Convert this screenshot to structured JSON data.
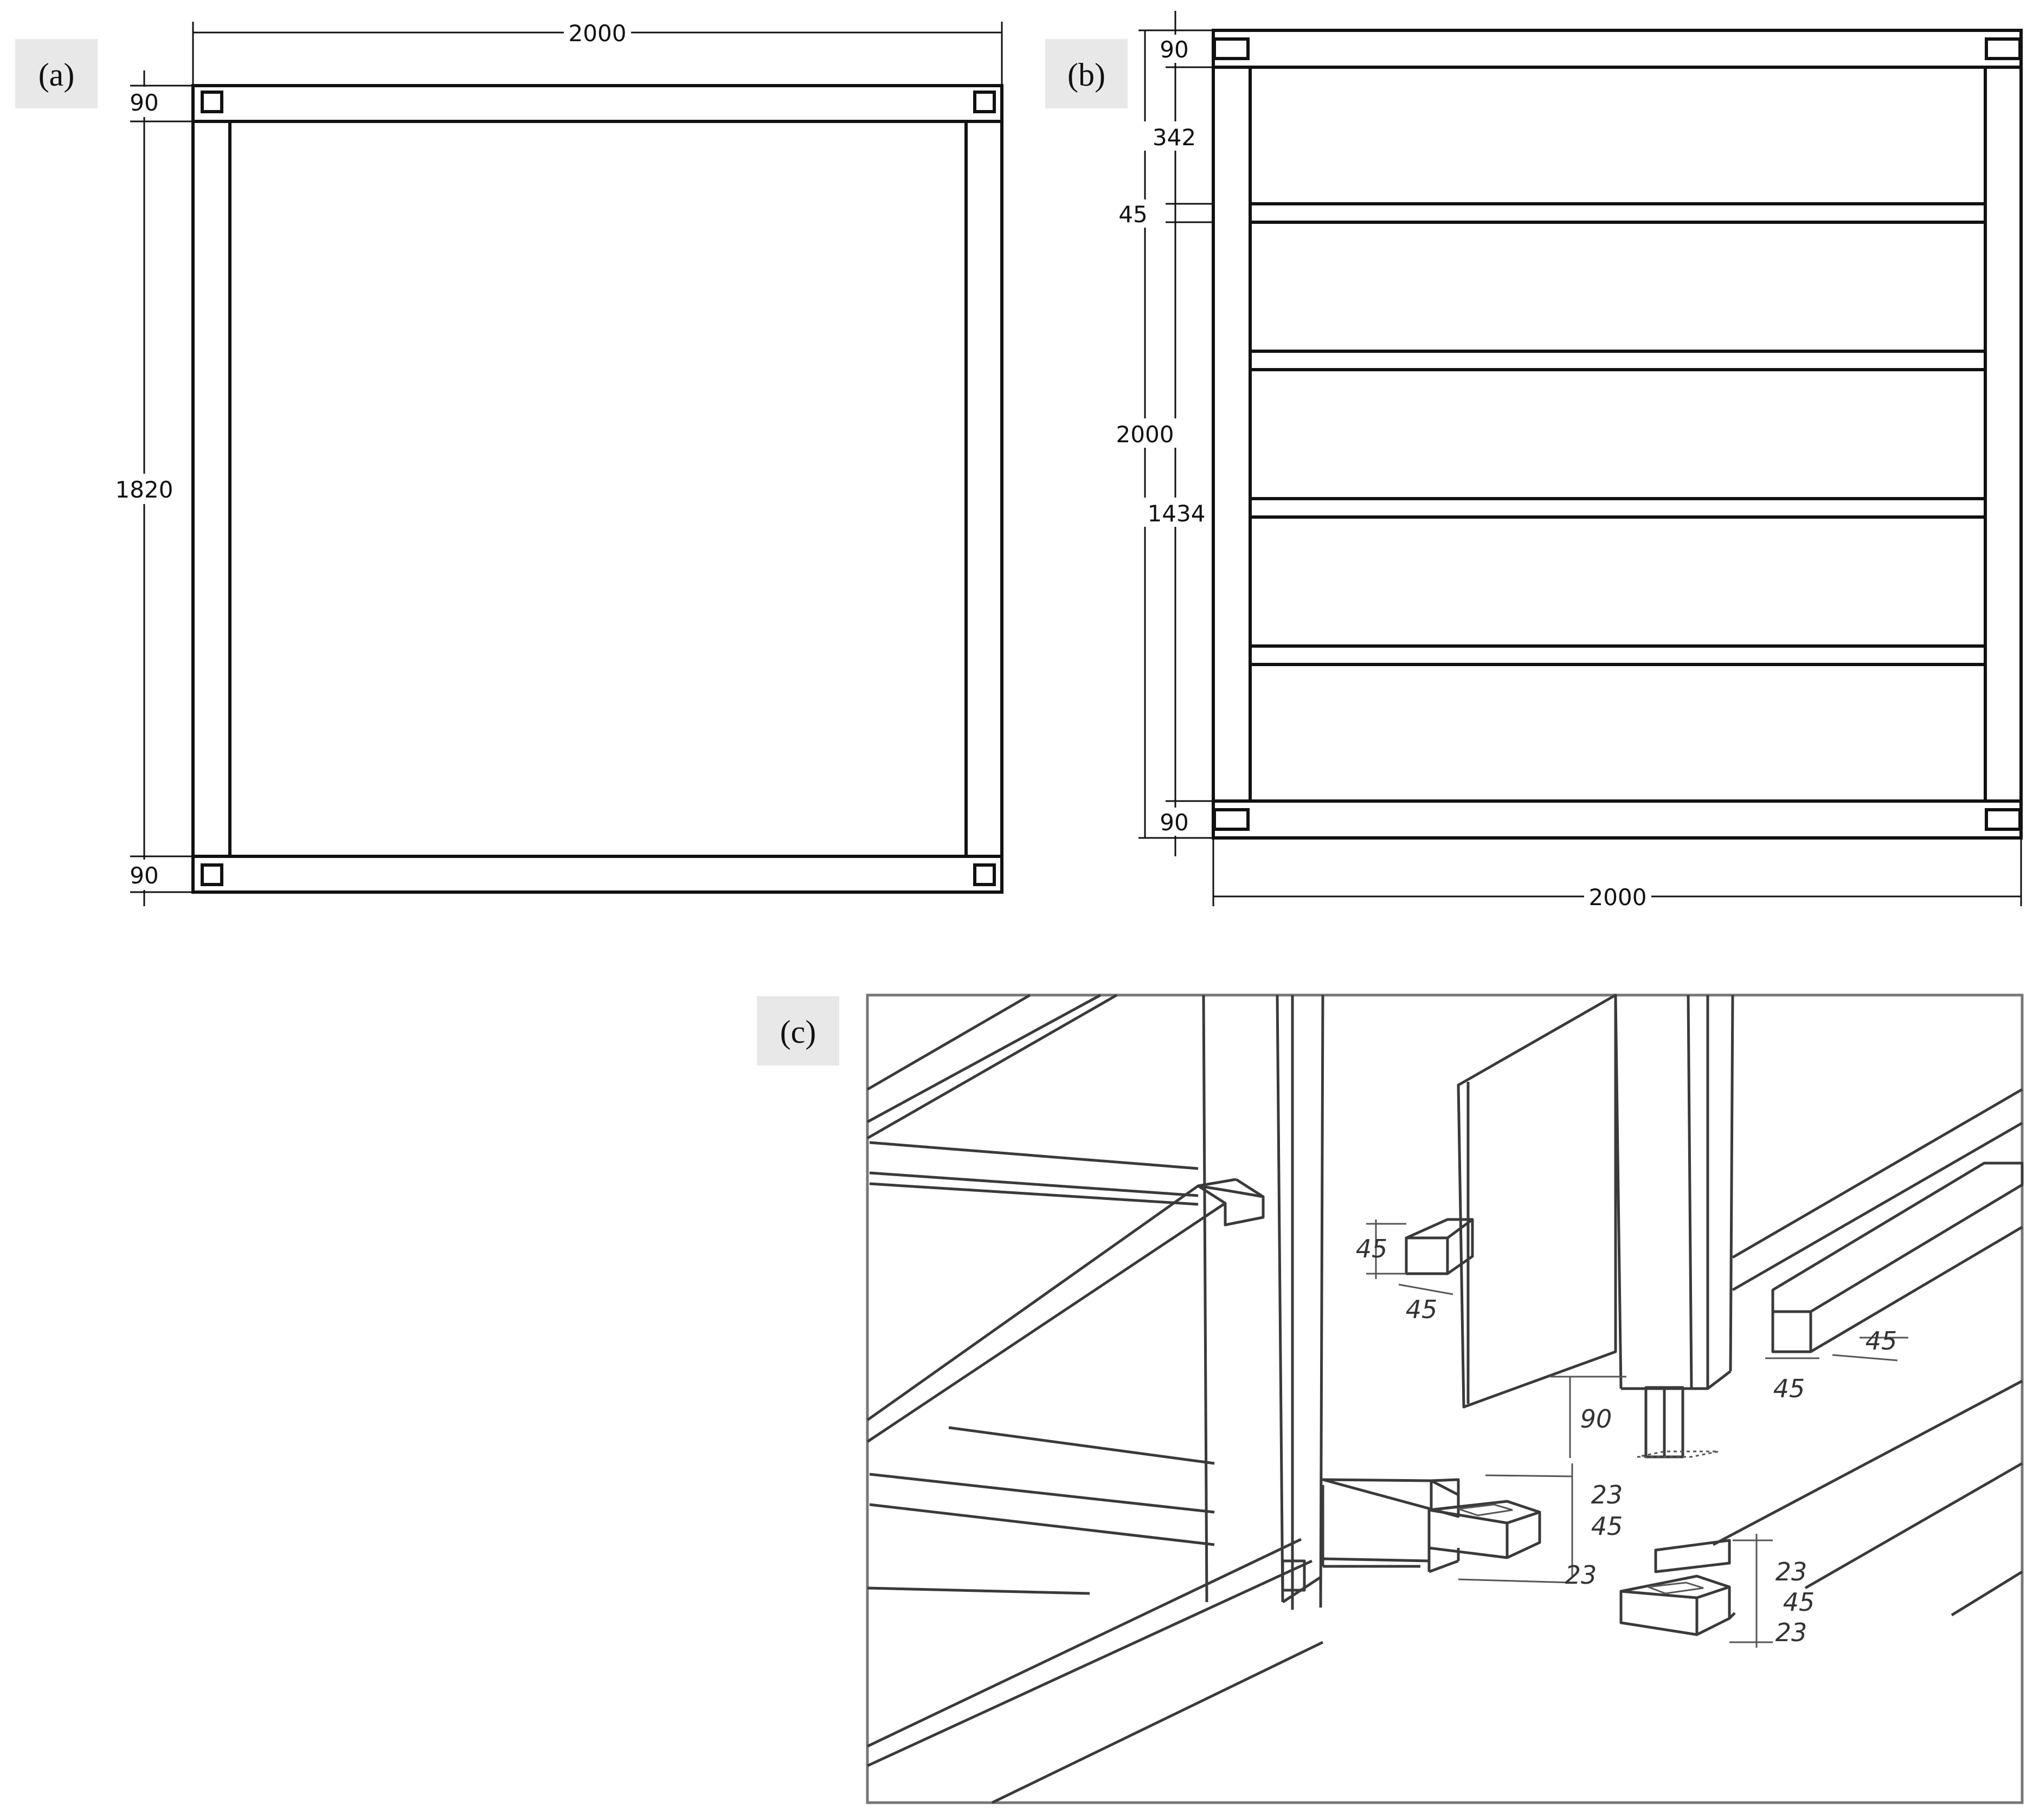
{
  "panels": {
    "a": {
      "label": "(a)",
      "dims": {
        "width": "2000",
        "height": "1820",
        "top_beam": "90",
        "bottom_beam": "90"
      }
    },
    "b": {
      "label": "(b)",
      "dims": {
        "top_beam": "90",
        "top_gap": "342",
        "slat": "45",
        "total_height": "2000",
        "inner_height": "1434",
        "bottom_beam": "90",
        "width": "2000"
      }
    },
    "c": {
      "label": "(c)",
      "dims": {
        "slat_h": "45",
        "slat_w": "45",
        "rail_h": "45",
        "rail_w": "45",
        "post_tenon": "90",
        "joint_top": "23",
        "joint_mid": "45",
        "joint_bot": "23",
        "joint2_top": "23",
        "joint2_mid": "45",
        "joint2_bot": "23"
      }
    }
  }
}
